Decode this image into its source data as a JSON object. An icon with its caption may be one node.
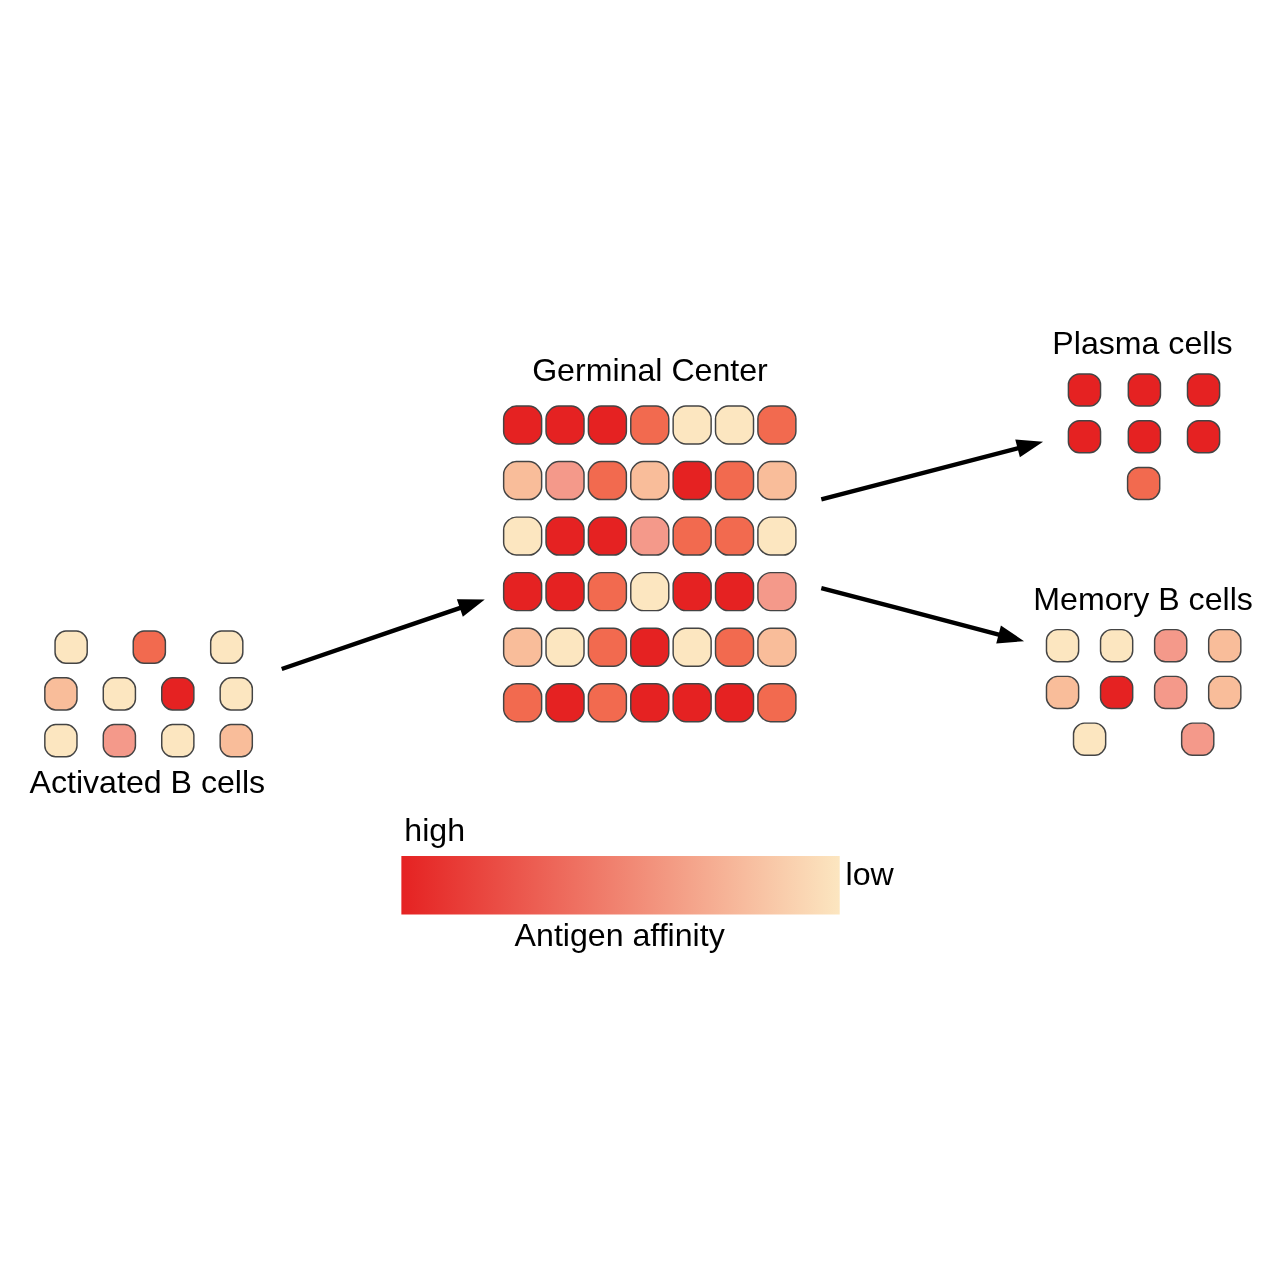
{
  "diagram": {
    "nodes": [
      {
        "text": [
          "Germinal Center"
        ]
      },
      {
        "text": [
          "Plasma cells"
        ]
      },
      {
        "text": [
          "Memory B cells"
        ]
      },
      {
        "text": [
          "Activated B cells"
        ]
      }
    ],
    "edges": [
      {
        "from": 3,
        "to": 0,
        "arrow": "to"
      },
      {
        "from": 0,
        "to": 1,
        "arrow": "to"
      },
      {
        "from": 0,
        "to": 2,
        "arrow": "to"
      }
    ],
    "labels": [
      "high",
      "low",
      "Antigen affinity"
    ]
  }
}
